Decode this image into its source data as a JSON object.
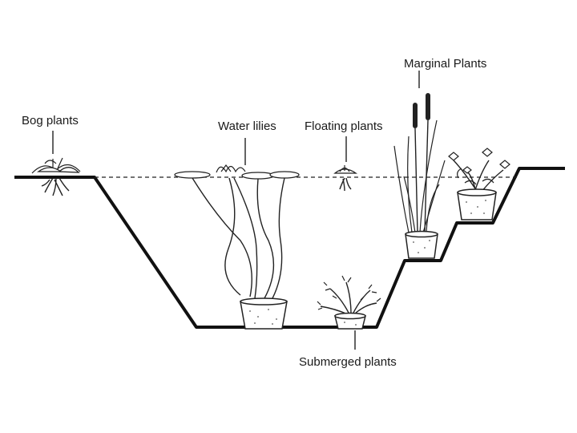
{
  "labels": {
    "bog": "Bog plants",
    "water_lilies": "Water lilies",
    "floating": "Floating plants",
    "marginal": "Marginal Plants",
    "submerged": "Submerged plants"
  },
  "colors": {
    "line": "#111111",
    "background": "#ffffff"
  }
}
